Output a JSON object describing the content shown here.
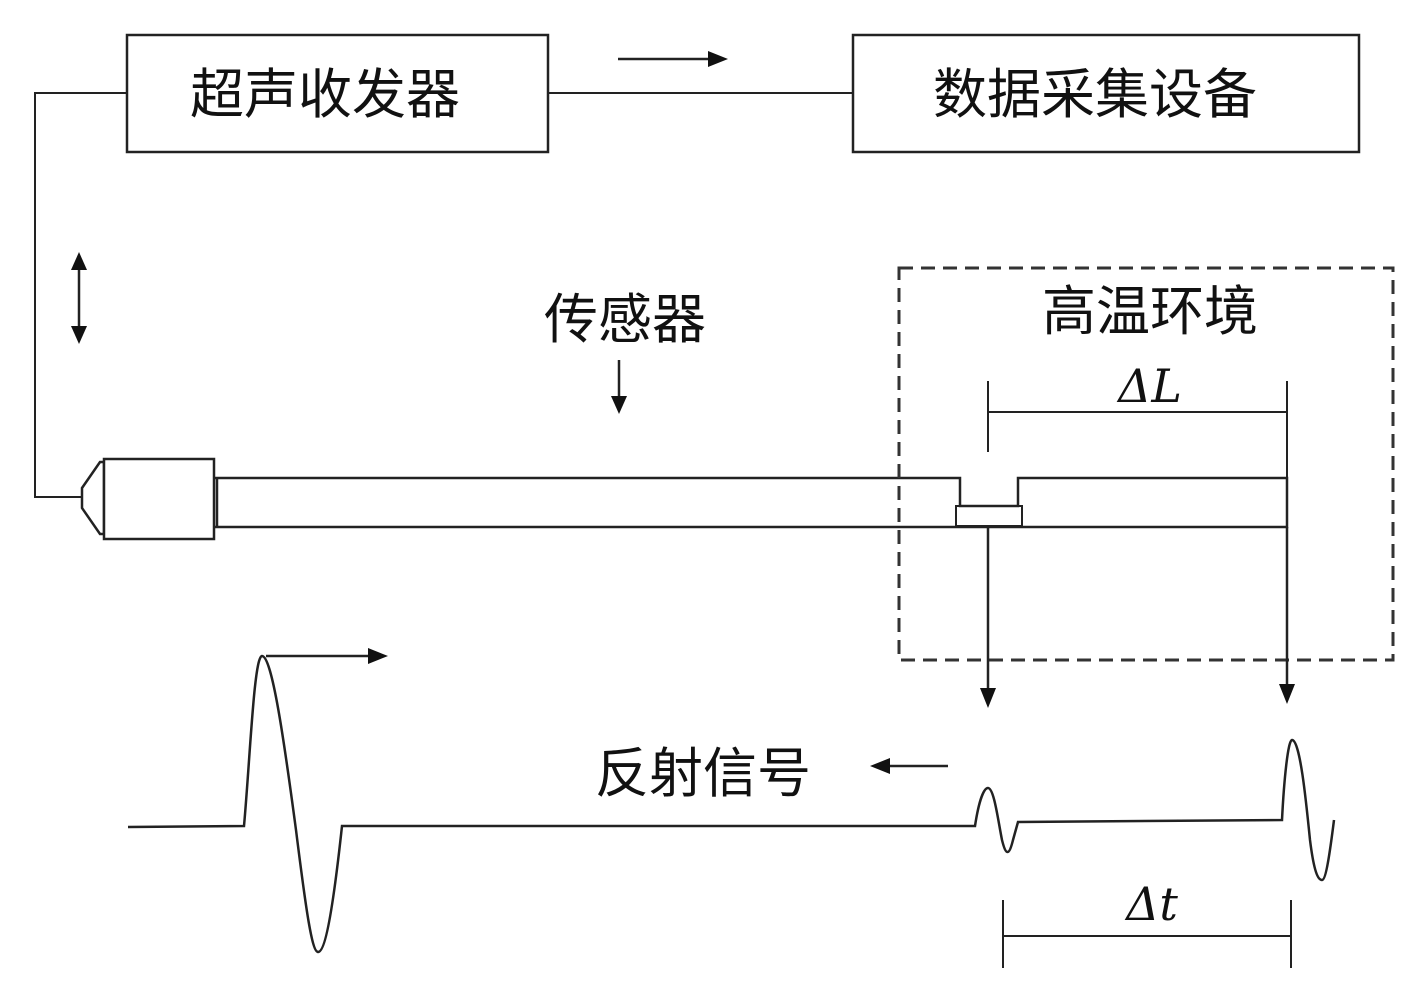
{
  "blocks": {
    "transceiver": "超声收发器",
    "daq": "数据采集设备"
  },
  "labels": {
    "sensor": "传感器",
    "high_temp_env": "高温环境",
    "delta_l": "ΔL",
    "reflected_signal": "反射信号",
    "delta_t": "Δt"
  }
}
